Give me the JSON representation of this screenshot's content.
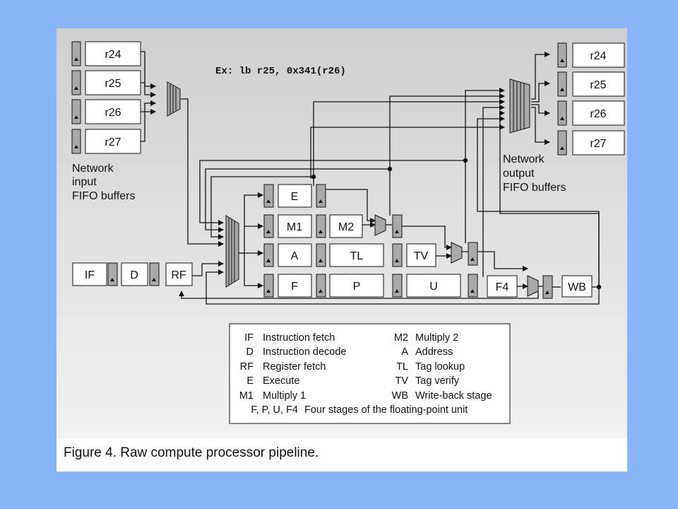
{
  "example_instruction": "Ex: lb r25, 0x341(r26)",
  "input_fifos": [
    "r24",
    "r25",
    "r26",
    "r27"
  ],
  "input_label": [
    "Network",
    "input",
    "FIFO buffers"
  ],
  "output_fifos": [
    "r24",
    "r25",
    "r26",
    "r27"
  ],
  "output_label": [
    "Network",
    "output",
    "FIFO buffers"
  ],
  "front_stages": [
    "IF",
    "D",
    "RF"
  ],
  "pipeline": {
    "e_row": [
      "E"
    ],
    "m_row": [
      "M1",
      "M2"
    ],
    "a_row": [
      "A",
      "TL",
      "TV"
    ],
    "f_row": [
      "F",
      "P",
      "U",
      "F4"
    ],
    "writeback": "WB"
  },
  "legend": {
    "left": [
      {
        "abbr": "IF",
        "desc": "Instruction fetch"
      },
      {
        "abbr": "D",
        "desc": "Instruction decode"
      },
      {
        "abbr": "RF",
        "desc": "Register fetch"
      },
      {
        "abbr": "E",
        "desc": "Execute"
      },
      {
        "abbr": "M1",
        "desc": "Multiply 1"
      }
    ],
    "right": [
      {
        "abbr": "M2",
        "desc": "Multiply 2"
      },
      {
        "abbr": "A",
        "desc": "Address"
      },
      {
        "abbr": "TL",
        "desc": "Tag lookup"
      },
      {
        "abbr": "TV",
        "desc": "Tag verify"
      },
      {
        "abbr": "WB",
        "desc": "Write-back stage"
      }
    ],
    "last": {
      "abbr": "F, P, U, F4",
      "desc": "Four stages of the floating-point unit"
    }
  },
  "caption": "Figure 4. Raw compute processor pipeline.",
  "colors": {
    "background": "#8ab4f8",
    "panel_top": "#cfcfcf",
    "latch": "#a9a9a9"
  }
}
